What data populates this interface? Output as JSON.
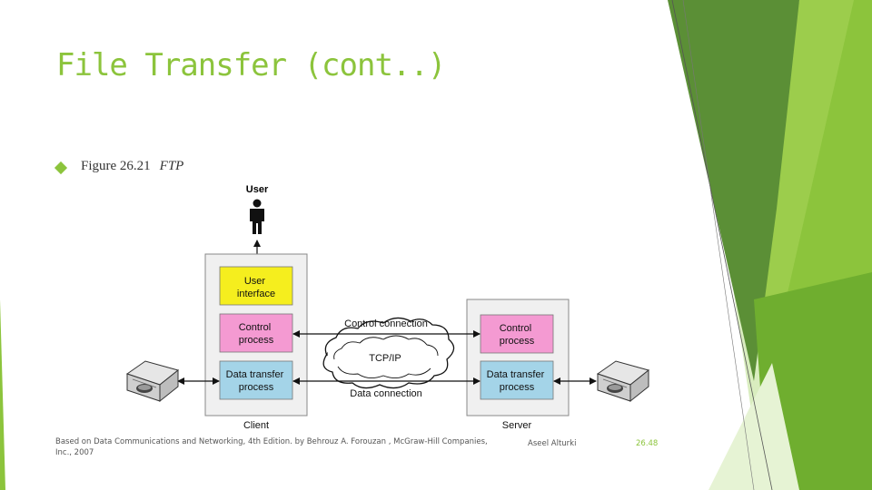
{
  "slide": {
    "title": "File Transfer (cont..)",
    "caption_label": "Figure 26.21",
    "caption_name": "FTP"
  },
  "diagram": {
    "user_label": "User",
    "client": {
      "user_interface": [
        "User",
        "interface"
      ],
      "control_process": [
        "Control",
        "process"
      ],
      "data_transfer_process": [
        "Data transfer",
        "process"
      ],
      "label": "Client"
    },
    "server": {
      "control_process": [
        "Control",
        "process"
      ],
      "data_transfer_process": [
        "Data transfer",
        "process"
      ],
      "label": "Server"
    },
    "control_connection": "Control connection",
    "network": "TCP/IP",
    "data_connection": "Data connection"
  },
  "footer": {
    "source": "Based on Data Communications and Networking, 4th Edition. by Behrouz A. Forouzan , McGraw-Hill Companies, Inc., 2007",
    "author": "Aseel Alturki",
    "slide_number": "26.48"
  },
  "colors": {
    "accent": "#8cc43c",
    "user_interface_box": "#f5ee1e",
    "process_box_pink": "#f49ad2",
    "process_box_blue": "#a4d4e8",
    "panel_bg": "#f0f0f0"
  }
}
